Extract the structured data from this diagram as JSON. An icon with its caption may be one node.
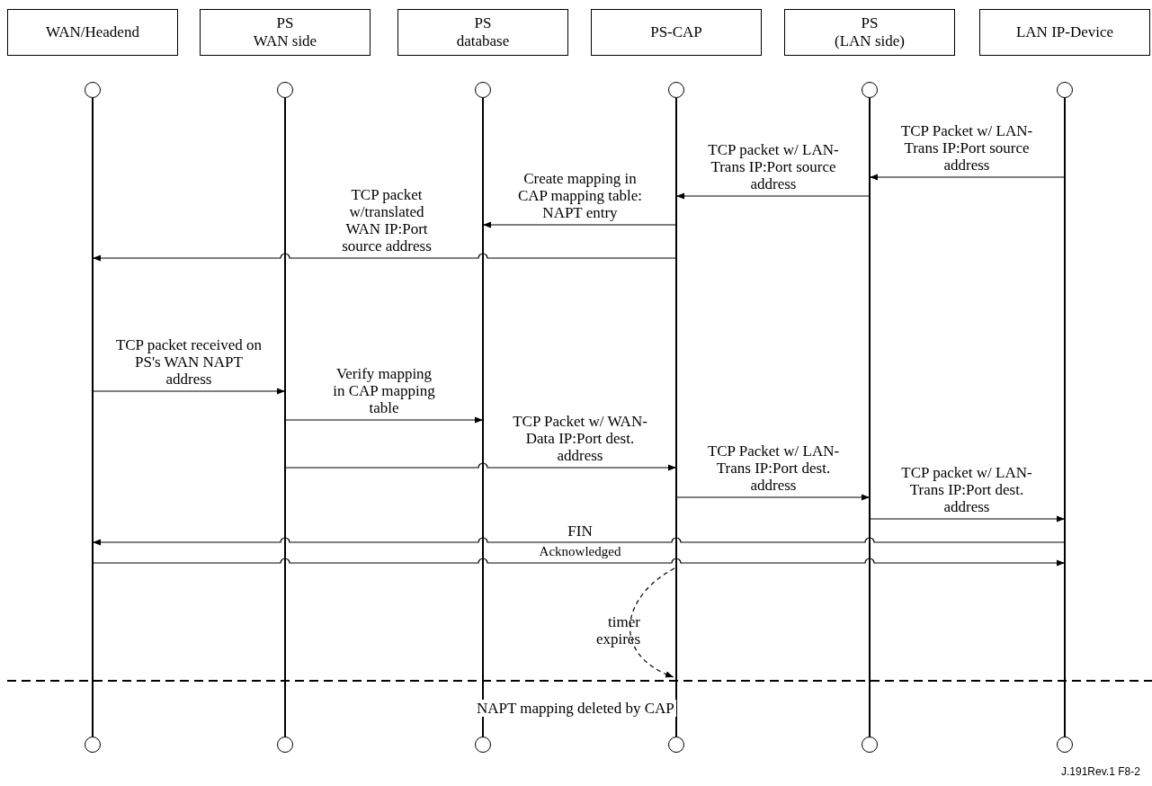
{
  "diagram": {
    "nodes": [
      {
        "text": [
          "WAN/Headend"
        ]
      },
      {
        "text": [
          "PS",
          "WAN side"
        ]
      },
      {
        "text": [
          "PS",
          "database"
        ]
      },
      {
        "text": [
          "PS-CAP"
        ]
      },
      {
        "text": [
          "PS",
          "(LAN side)"
        ]
      },
      {
        "text": [
          "LAN IP-Device"
        ]
      },
      {
        "text": [],
        "shape": "circle"
      },
      {
        "text": [],
        "shape": "circle"
      },
      {
        "text": [],
        "shape": "circle"
      },
      {
        "text": [],
        "shape": "circle"
      },
      {
        "text": [],
        "shape": "circle"
      },
      {
        "text": [],
        "shape": "circle"
      },
      {
        "text": [],
        "shape": "bar"
      },
      {
        "text": [],
        "shape": "bar"
      },
      {
        "text": [],
        "shape": "bar"
      },
      {
        "text": [],
        "shape": "bar"
      },
      {
        "text": [],
        "shape": "bar"
      },
      {
        "text": [],
        "shape": "bar"
      },
      {
        "text": [],
        "shape": "circle"
      },
      {
        "text": [],
        "shape": "circle"
      },
      {
        "text": [],
        "shape": "circle"
      },
      {
        "text": [],
        "shape": "circle"
      },
      {
        "text": [],
        "shape": "circle"
      },
      {
        "text": [],
        "shape": "circle"
      }
    ],
    "edges": [
      {
        "from": 17,
        "to": 16,
        "arrow": "to",
        "label": "TCP Packet w/ LAN-Trans IP:Port source address"
      },
      {
        "from": 16,
        "to": 15,
        "arrow": "to",
        "label": "TCP packet w/ LAN-Trans IP:Port source address"
      },
      {
        "from": 15,
        "to": 14,
        "arrow": "to",
        "label": "Create mapping in CAP mapping table: NAPT entry"
      },
      {
        "from": 15,
        "to": 12,
        "arrow": "to",
        "label": "TCP packet w/translated WAN IP:Port source address"
      },
      {
        "from": 12,
        "to": 13,
        "arrow": "to",
        "label": "TCP packet received on PS's WAN NAPT address"
      },
      {
        "from": 13,
        "to": 14,
        "arrow": "to",
        "label": "Verify mapping in CAP mapping table"
      },
      {
        "from": 13,
        "to": 15,
        "arrow": "to",
        "label": "TCP Packet w/ WAN-Data IP:Port dest. address"
      },
      {
        "from": 15,
        "to": 16,
        "arrow": "to",
        "label": "TCP Packet w/ LAN-Trans IP:Port dest. address"
      },
      {
        "from": 16,
        "to": 17,
        "arrow": "to",
        "label": "TCP packet w/ LAN-Trans IP:Port dest. address"
      },
      {
        "from": 17,
        "to": 12,
        "arrow": "to",
        "label": "FIN"
      },
      {
        "from": 12,
        "to": 17,
        "arrow": "to",
        "label": "Acknowledged"
      },
      {
        "from": 15,
        "to": 15,
        "arrow": "to",
        "label": "timer expires",
        "style": "dashed"
      }
    ],
    "labels": [
      "NAPT mapping deleted by CAP",
      "J.191Rev.1 F8-2"
    ]
  }
}
